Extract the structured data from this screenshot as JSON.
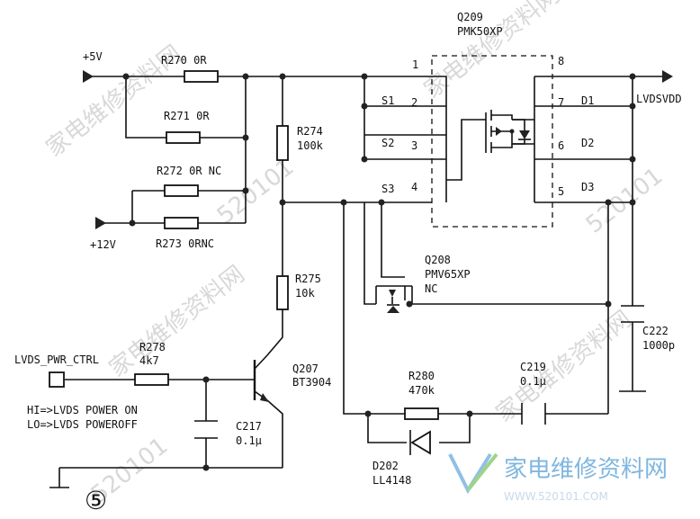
{
  "nets": {
    "plus5v": "+5V",
    "plus12v": "+12V",
    "lvdsvdd": "LVDSVDD",
    "ctrl": "LVDS_PWR_CTRL",
    "hi": "HI=>LVDS POWER ON",
    "lo": "LO=>LVDS POWEROFF"
  },
  "resistors": {
    "r270": "R270 0R",
    "r271": "R271 0R",
    "r272": "R272 0R NC",
    "r273": "R273 0RNC",
    "r274_ref": "R274",
    "r274_val": "100k",
    "r275_ref": "R275",
    "r275_val": "10k",
    "r278_ref": "R278",
    "r278_val": "4k7",
    "r280_ref": "R280",
    "r280_val": "470k"
  },
  "capacitors": {
    "c217_ref": "C217",
    "c217_val": "0.1μ",
    "c219_ref": "C219",
    "c219_val": "0.1μ",
    "c222_ref": "C222",
    "c222_val": "1000p"
  },
  "semis": {
    "q207_ref": "Q207",
    "q207_part": "BT3904",
    "q208_ref": "Q208",
    "q208_part": "PMV65XP",
    "q208_nc": "NC",
    "q209_ref": "Q209",
    "q209_part": "PMK50XP",
    "d202_ref": "D202",
    "d202_part": "LL4148"
  },
  "pins": {
    "p1": "1",
    "p2": "2",
    "p3": "3",
    "p4": "4",
    "p5": "5",
    "p6": "6",
    "p7": "7",
    "p8": "8",
    "s1": "S1",
    "s2": "S2",
    "s3": "S3",
    "d1": "D1",
    "d2": "D2",
    "d3": "D3"
  },
  "figure_number": "⑤",
  "watermarks": {
    "cn": "家电维修资料网",
    "num": "520101",
    "site_cn": "家电维修资料网",
    "site_url": "WWW.520101.COM"
  }
}
